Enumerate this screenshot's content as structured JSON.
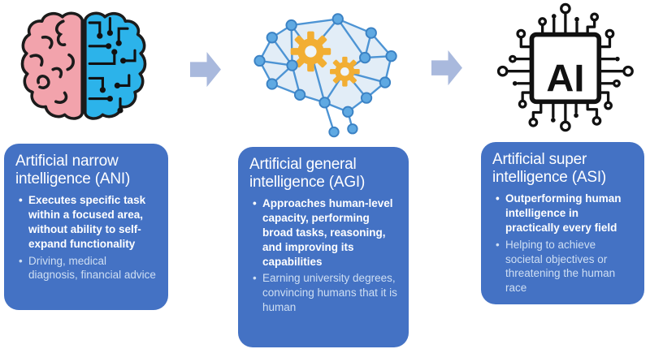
{
  "stages": [
    {
      "id": "ani",
      "icon": "half-organic-half-circuit-brain",
      "title": "Artificial narrow intelligence (ANI)",
      "bullets": [
        "Executes specific task within a focused area, without ability to self-expand functionality",
        "Driving, medical diagnosis, financial advice"
      ]
    },
    {
      "id": "agi",
      "icon": "network-brain-with-gears",
      "title": "Artificial general intelligence (AGI)",
      "bullets": [
        "Approaches human-level capacity, performing broad tasks, reasoning, and improving its capabilities",
        "Earning university degrees, convincing humans that it is human"
      ]
    },
    {
      "id": "asi",
      "icon": "ai-microchip",
      "title": "Artificial super intelligence (ASI)",
      "bullets": [
        "Outperforming human intelligence in practically every field",
        "Helping to achieve societal objectives or threatening the human race"
      ]
    }
  ],
  "chip_label": "AI",
  "colors": {
    "card_bg": "#4472c4",
    "title_text": "#ffffff",
    "bullet_primary": "#ffffff",
    "bullet_secondary": "#cfdff3",
    "arrow": "#a9b9dd",
    "brain_left_half": "#f2a3ac",
    "brain_right_half": "#2cb3ea",
    "network_line": "#4d94d4",
    "network_node": "#5fa9e2",
    "network_fill": "#e2edf7",
    "gear": "#f2ae33",
    "chip_ink": "#111111",
    "background": "#ffffff"
  }
}
